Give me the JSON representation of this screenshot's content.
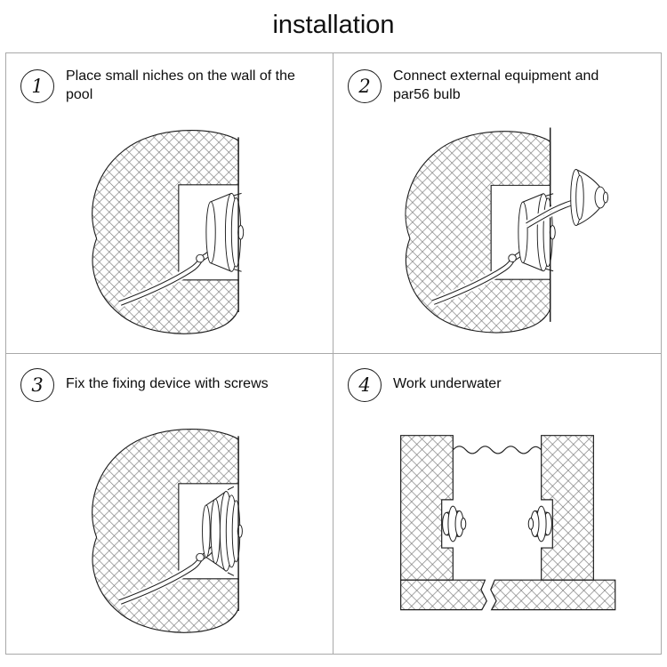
{
  "title": "installation",
  "steps": [
    {
      "number": "1",
      "caption": "Place small niches on the wall of the pool"
    },
    {
      "number": "2",
      "caption": "Connect external equipment and par56 bulb"
    },
    {
      "number": "3",
      "caption": "Fix the fixing device with screws"
    },
    {
      "number": "4",
      "caption": "Work underwater"
    }
  ],
  "colors": {
    "line": "#1c1c1c",
    "hatch": "#777777",
    "grid_border": "#a9a9a9",
    "background": "#ffffff"
  },
  "icons": [
    "step-number-circle-icon",
    "pool-wall-niche-drawing-icon",
    "par56-bulb-drawing-icon",
    "water-surface-wave-icon"
  ]
}
